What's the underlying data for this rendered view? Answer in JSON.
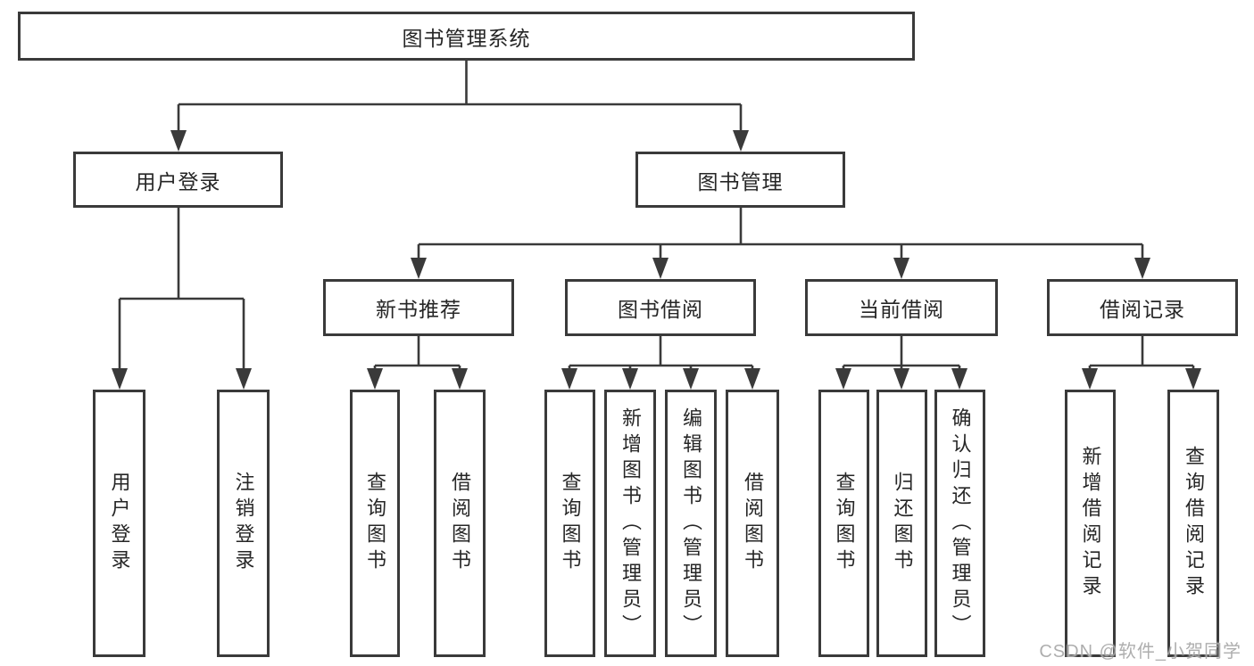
{
  "diagram": {
    "title": "图书管理系统",
    "type": "functional-structure-tree",
    "colors": {
      "line": "#3a3a3a",
      "box_border": "#3a3a3a",
      "text": "#262626",
      "background": "#ffffff",
      "watermark": "#a5a5a5"
    },
    "watermark": "CSDN @软件_小贺同学",
    "tree": {
      "label": "图书管理系统",
      "children": [
        {
          "label": "用户登录",
          "children": [
            {
              "label": "用户登录"
            },
            {
              "label": "注销登录"
            }
          ]
        },
        {
          "label": "图书管理",
          "children": [
            {
              "label": "新书推荐",
              "children": [
                {
                  "label": "查询图书"
                },
                {
                  "label": "借阅图书"
                }
              ]
            },
            {
              "label": "图书借阅",
              "children": [
                {
                  "label": "查询图书"
                },
                {
                  "label": "新增图书（管理员）"
                },
                {
                  "label": "编辑图书（管理员）"
                },
                {
                  "label": "借阅图书"
                }
              ]
            },
            {
              "label": "当前借阅",
              "children": [
                {
                  "label": "查询图书"
                },
                {
                  "label": "归还图书"
                },
                {
                  "label": "确认归还（管理员）"
                }
              ]
            },
            {
              "label": "借阅记录",
              "children": [
                {
                  "label": "新增借阅记录"
                },
                {
                  "label": "查询借阅记录"
                }
              ]
            }
          ]
        }
      ]
    }
  }
}
